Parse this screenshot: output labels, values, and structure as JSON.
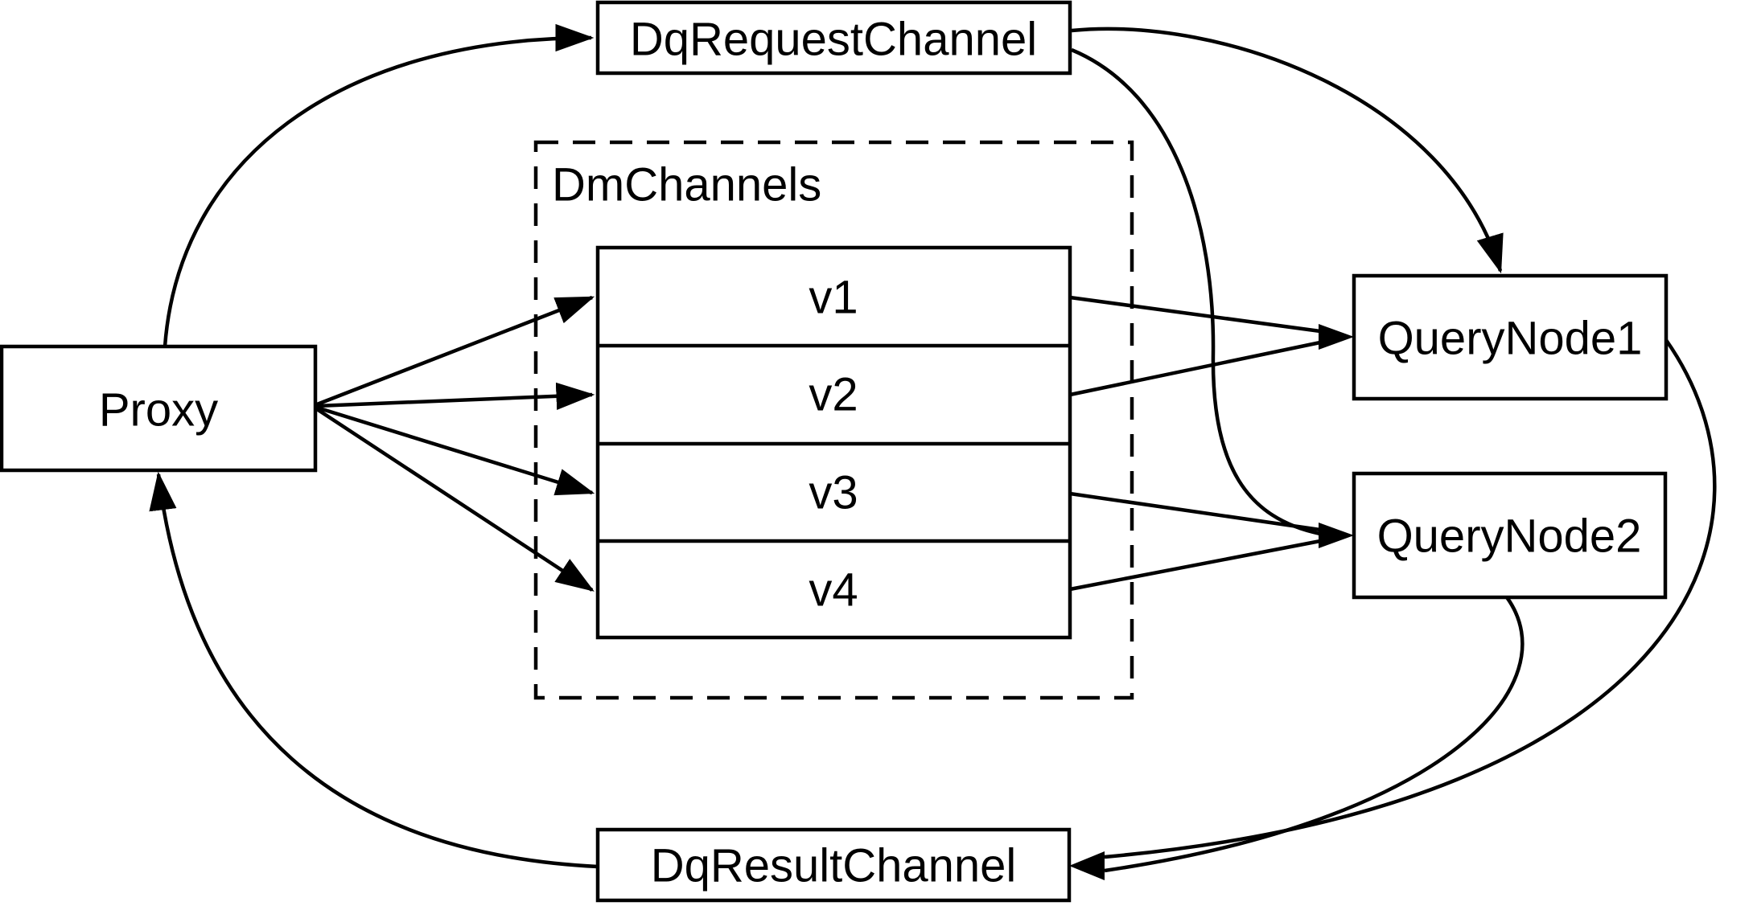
{
  "diagram": {
    "colors": {
      "background": "#ffffff",
      "stroke": "#000000",
      "text": "#000000"
    },
    "nodes": {
      "proxy": {
        "label": "Proxy"
      },
      "dq_request_channel": {
        "label": "DqRequestChannel"
      },
      "dm_channels": {
        "label": "DmChannels",
        "channels": [
          {
            "label": "v1"
          },
          {
            "label": "v2"
          },
          {
            "label": "v3"
          },
          {
            "label": "v4"
          }
        ]
      },
      "query_node_1": {
        "label": "QueryNode1"
      },
      "query_node_2": {
        "label": "QueryNode2"
      },
      "dq_result_channel": {
        "label": "DqResultChannel"
      }
    },
    "edges": [
      {
        "from": "Proxy",
        "to": "DqRequestChannel"
      },
      {
        "from": "Proxy",
        "to": "v1"
      },
      {
        "from": "Proxy",
        "to": "v2"
      },
      {
        "from": "Proxy",
        "to": "v3"
      },
      {
        "from": "Proxy",
        "to": "v4"
      },
      {
        "from": "v1",
        "to": "QueryNode1"
      },
      {
        "from": "v2",
        "to": "QueryNode1"
      },
      {
        "from": "v3",
        "to": "QueryNode2"
      },
      {
        "from": "v4",
        "to": "QueryNode2"
      },
      {
        "from": "DqRequestChannel",
        "to": "QueryNode1"
      },
      {
        "from": "DqRequestChannel",
        "to": "QueryNode2"
      },
      {
        "from": "QueryNode1",
        "to": "DqResultChannel"
      },
      {
        "from": "QueryNode2",
        "to": "DqResultChannel"
      },
      {
        "from": "DqResultChannel",
        "to": "Proxy"
      }
    ]
  }
}
